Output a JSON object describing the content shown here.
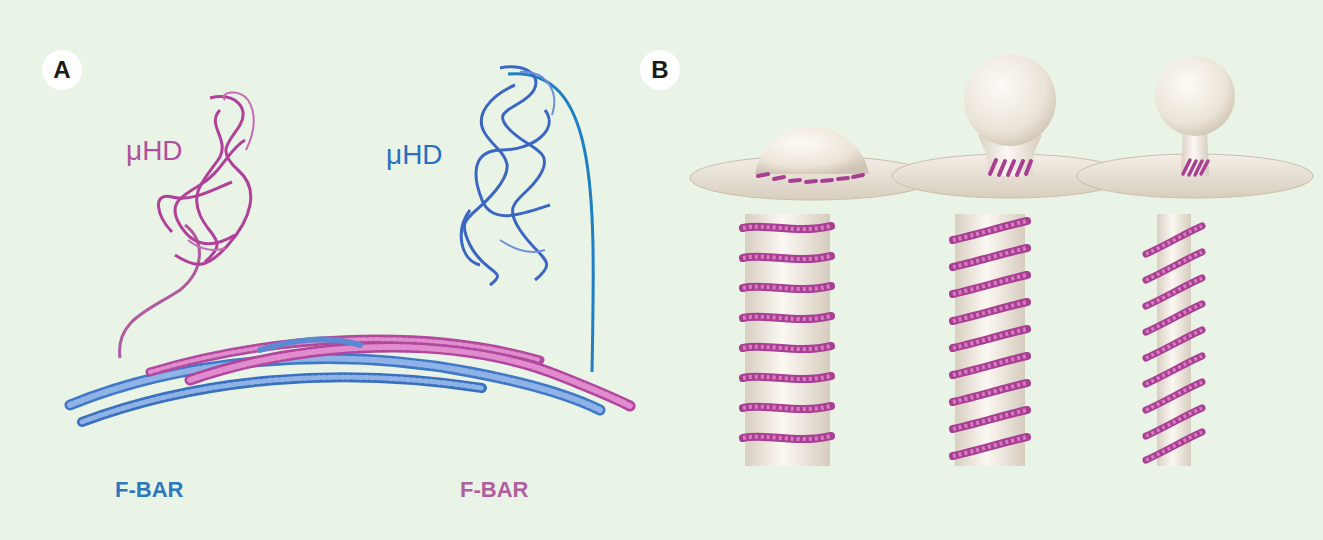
{
  "diagram": {
    "nodes": [
      {
        "text": [
          "A"
        ]
      },
      {
        "text": [
          "B"
        ]
      }
    ],
    "labels": [
      "μHD",
      "μHD",
      "F-BAR",
      "F-BAR"
    ]
  }
}
